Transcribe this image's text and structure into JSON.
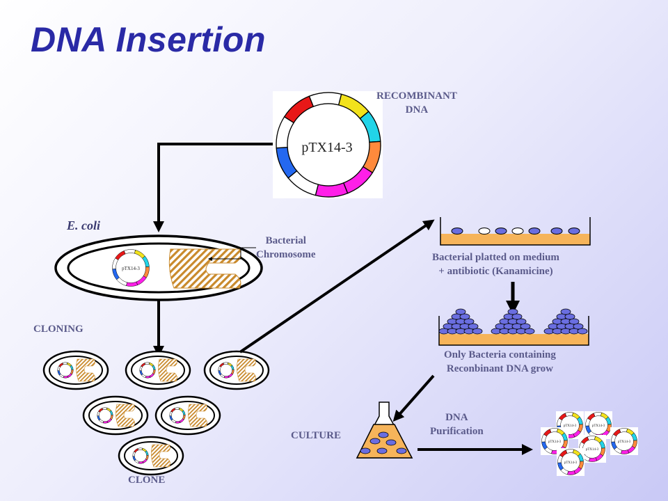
{
  "title": "DNA Insertion",
  "plasmid_name": "pTX14-3",
  "labels": {
    "recombinant_line1": "RECOMBINANT",
    "recombinant_line2": "DNA",
    "ecoli": "E. coli",
    "bacterial_line1": "Bacterial",
    "bacterial_line2": "Chromosome",
    "cloning": "CLONING",
    "clone": "CLONE",
    "plated_line1": "Bacterial platted on medium",
    "plated_line2": "+ antibiotic (Kanamicine)",
    "only_line1": "Only Bacteria containing",
    "only_line2": "Reconbinant DNA grow",
    "culture": "CULTURE",
    "purif_line1": "DNA",
    "purif_line2": "Purification"
  },
  "colors": {
    "title": "#2a2aa6",
    "label": "#5a5a8a",
    "plasmid_segments": [
      "#ffffff",
      "#f2e21c",
      "#22d4e8",
      "#ff8a3c",
      "#ff1fe8",
      "#ff1fe8",
      "#ffffff",
      "#2468f0",
      "#ffffff",
      "#e81818"
    ],
    "medium": "#f6b45a",
    "colony": "#6a6ee0",
    "chromosome": "#c98a2c"
  }
}
